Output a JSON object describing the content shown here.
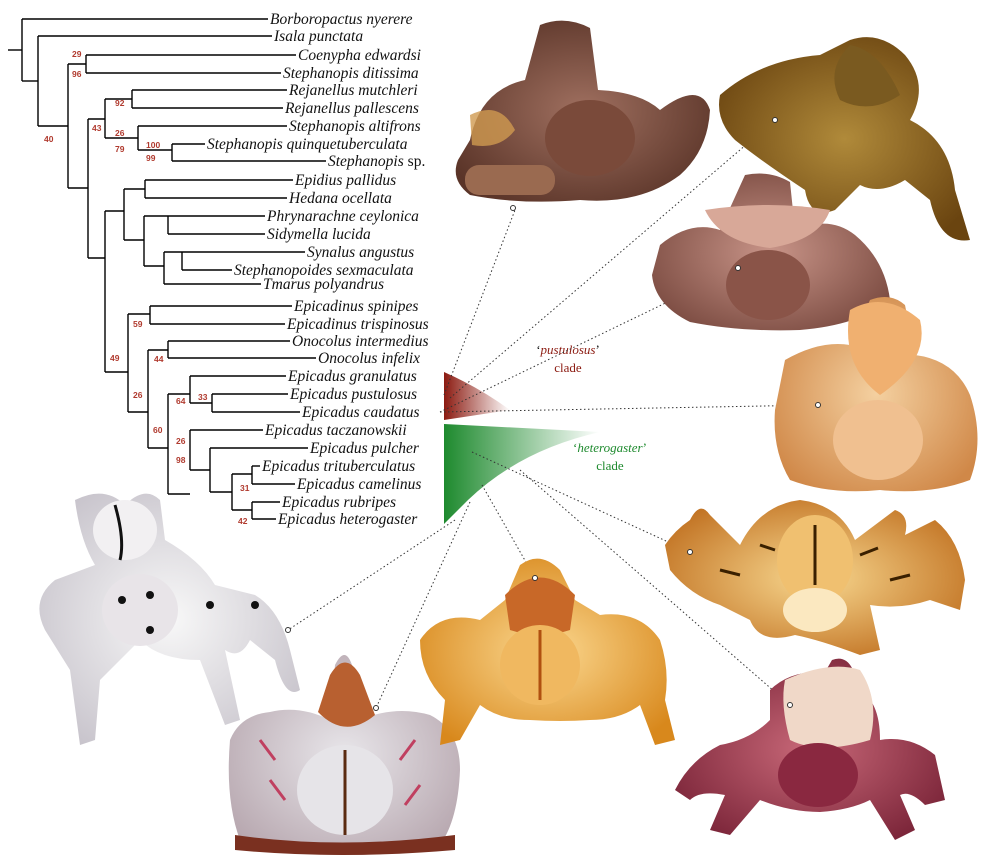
{
  "taxa": [
    {
      "name": "Borboropactus nyerere"
    },
    {
      "name": "Isala punctata"
    },
    {
      "name": "Coenypha edwardsi"
    },
    {
      "name": "Stephanopis ditissima"
    },
    {
      "name": "Rejanellus mutchleri"
    },
    {
      "name": "Rejanellus pallescens"
    },
    {
      "name": "Stephanopis altifrons"
    },
    {
      "name": "Stephanopis quinquetuberculata"
    },
    {
      "name": "Stephanopis",
      "suffix": " sp."
    },
    {
      "name": "Epidius pallidus"
    },
    {
      "name": "Hedana ocellata"
    },
    {
      "name": "Phrynarachne ceylonica"
    },
    {
      "name": "Sidymella lucida"
    },
    {
      "name": "Synalus angustus"
    },
    {
      "name": "Stephanopoides sexmaculata"
    },
    {
      "name": "Tmarus polyandrus"
    },
    {
      "name": "Epicadinus spinipes"
    },
    {
      "name": "Epicadinus trispinosus"
    },
    {
      "name": "Onocolus intermedius"
    },
    {
      "name": "Onocolus infelix"
    },
    {
      "name": "Epicadus granulatus"
    },
    {
      "name": "Epicadus pustulosus"
    },
    {
      "name": "Epicadus caudatus"
    },
    {
      "name": "Epicadus taczanowskii"
    },
    {
      "name": "Epicadus pulcher"
    },
    {
      "name": "Epicadus trituberculatus"
    },
    {
      "name": "Epicadus camelinus"
    },
    {
      "name": "Epicadus rubripes"
    },
    {
      "name": "Epicadus heterogaster"
    }
  ],
  "support_values": [
    "29",
    "96",
    "40",
    "92",
    "43",
    "26",
    "79",
    "100",
    "99",
    "59",
    "49",
    "44",
    "26",
    "64",
    "33",
    "60",
    "26",
    "98",
    "31",
    "42"
  ],
  "clades": {
    "pustulosus": {
      "name": "pustulosus",
      "word": "clade",
      "color": "#8b1a10"
    },
    "heterogaster": {
      "name": "heterogaster",
      "word": "clade",
      "color": "#1e8a2e"
    }
  },
  "photos": [
    {
      "name": "brown-crab-spider-photo-1",
      "color": "#8a5a48"
    },
    {
      "name": "brown-crab-spider-photo-2",
      "color": "#8c6420"
    },
    {
      "name": "brown-crab-spider-photo-3",
      "color": "#a07468"
    },
    {
      "name": "orange-crab-spider-photo",
      "color": "#e8a868"
    },
    {
      "name": "white-crab-spider-photo",
      "color": "#e8e4e8"
    },
    {
      "name": "striped-orange-crab-spider-photo",
      "color": "#d89040"
    },
    {
      "name": "white-pink-crab-spider-photo",
      "color": "#d8d4d8"
    },
    {
      "name": "yellow-orange-crab-spider-photo",
      "color": "#e8a040"
    },
    {
      "name": "pink-purple-crab-spider-photo",
      "color": "#a84860"
    }
  ]
}
